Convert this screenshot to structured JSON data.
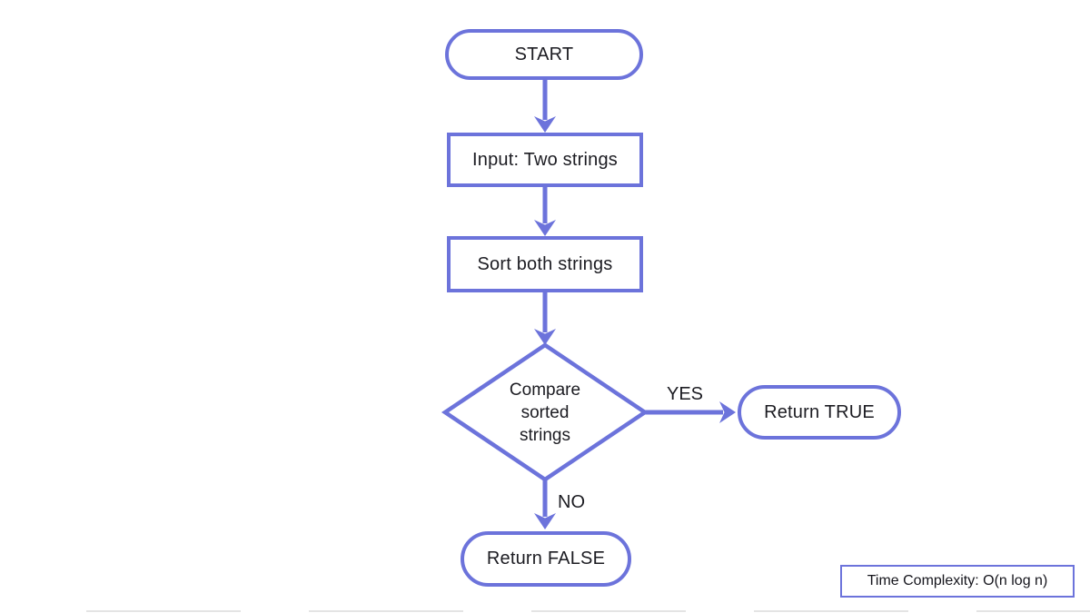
{
  "meta": {
    "background_color": "#ffffff",
    "accent_color": "#6c73db",
    "text_color": "#1c1c22"
  },
  "flowchart": {
    "nodes": [
      {
        "id": "start",
        "shape": "stadium",
        "label": "START"
      },
      {
        "id": "input",
        "shape": "rectangle",
        "label": "Input: Two strings"
      },
      {
        "id": "sort",
        "shape": "rectangle",
        "label": "Sort both strings"
      },
      {
        "id": "compare",
        "shape": "diamond",
        "label": "Compare sorted strings"
      },
      {
        "id": "return_true",
        "shape": "stadium",
        "label": "Return TRUE"
      },
      {
        "id": "return_false",
        "shape": "stadium",
        "label": "Return FALSE"
      }
    ],
    "edges": [
      {
        "from": "start",
        "to": "input",
        "label": ""
      },
      {
        "from": "input",
        "to": "sort",
        "label": ""
      },
      {
        "from": "sort",
        "to": "compare",
        "label": ""
      },
      {
        "from": "compare",
        "to": "return_true",
        "label": "YES"
      },
      {
        "from": "compare",
        "to": "return_false",
        "label": "NO"
      }
    ],
    "annotation": {
      "label": "Time Complexity: O(n log n)"
    }
  }
}
